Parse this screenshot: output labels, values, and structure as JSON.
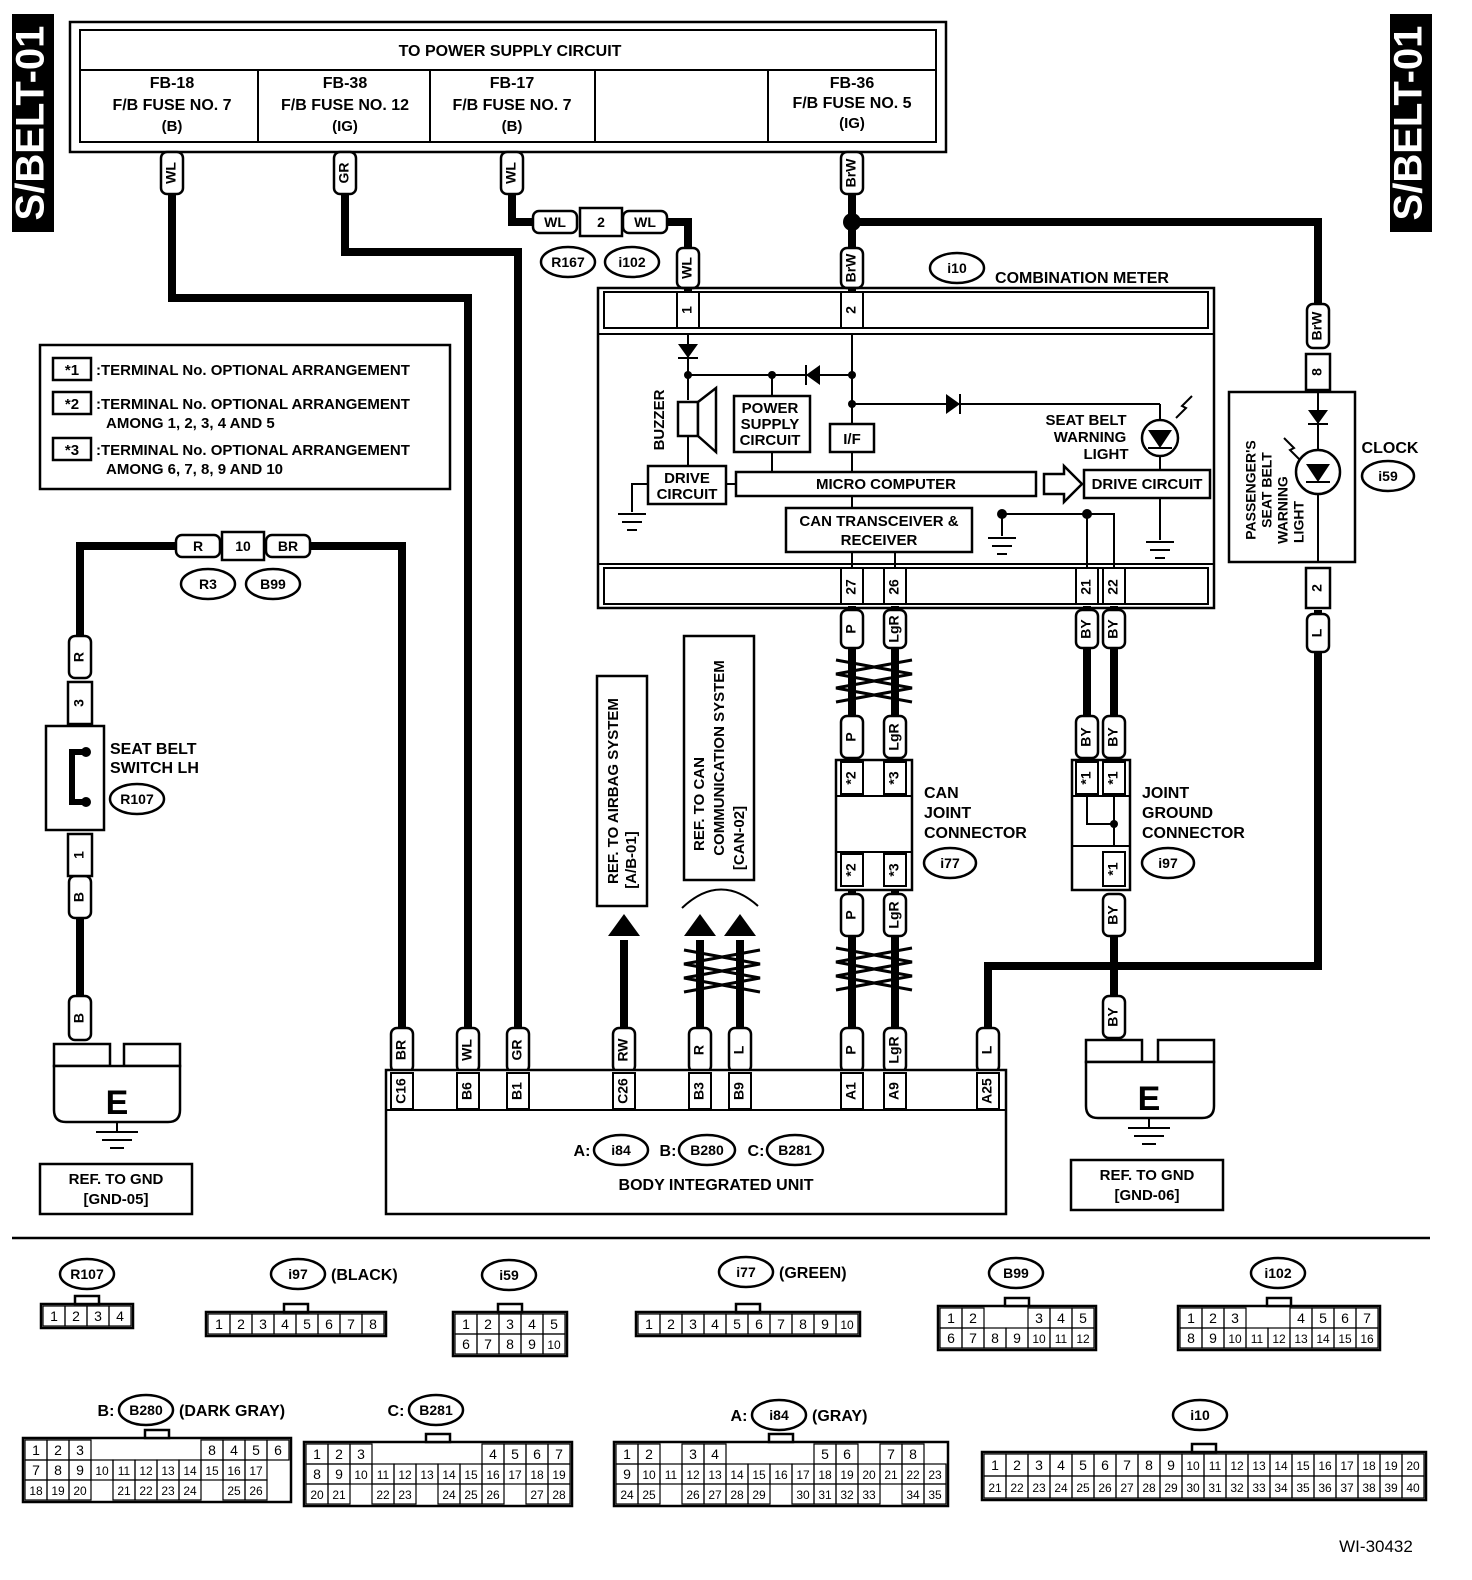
{
  "page_labels": {
    "left": "S/BELT-01",
    "right": "S/BELT-01",
    "figure_id": "WI-30432"
  },
  "power_supply": {
    "title": "TO POWER SUPPLY CIRCUIT",
    "fuses": [
      {
        "id": "FB-18",
        "name": "F/B FUSE NO. 7",
        "type": "(B)"
      },
      {
        "id": "FB-38",
        "name": "F/B FUSE NO. 12",
        "type": "(IG)"
      },
      {
        "id": "FB-17",
        "name": "F/B FUSE NO. 7",
        "type": "(B)"
      },
      {
        "id": "FB-36",
        "name": "F/B FUSE NO. 5",
        "type": "(IG)"
      }
    ]
  },
  "wire_colors": {
    "wl": "WL",
    "gr": "GR",
    "brw": "BrW",
    "r": "R",
    "br": "BR",
    "b": "B",
    "p": "P",
    "lgr": "LgR",
    "by": "BY",
    "l": "L",
    "rw": "RW"
  },
  "connectors": {
    "r167": "R167",
    "i102": "i102",
    "i10": "i10",
    "i59": "i59",
    "r3": "R3",
    "b99": "B99",
    "r107": "R107",
    "i77": "i77",
    "i97": "i97",
    "i84": "i84",
    "b280": "B280",
    "b281": "B281"
  },
  "pins": {
    "p1": "1",
    "p2": "2",
    "p3": "3",
    "p8": "8",
    "p10": "10",
    "p21": "21",
    "p22": "22",
    "p26": "26",
    "p27": "27",
    "c16": "C16",
    "b6": "B6",
    "b1": "B1",
    "c26": "C26",
    "b3": "B3",
    "b9": "B9",
    "a1": "A1",
    "a9": "A9",
    "a25": "A25"
  },
  "notes": {
    "n1_key": "*1",
    "n1": ":TERMINAL No. OPTIONAL ARRANGEMENT",
    "n2_key": "*2",
    "n2a": ":TERMINAL No. OPTIONAL ARRANGEMENT",
    "n2b": "AMONG 1, 2, 3, 4 AND 5",
    "n3_key": "*3",
    "n3a": ":TERMINAL No. OPTIONAL ARRANGEMENT",
    "n3b": "AMONG 6, 7, 8, 9 AND 10"
  },
  "stars": {
    "s1": "*1",
    "s2": "*2",
    "s3": "*3"
  },
  "labels": {
    "combination_meter": "COMBINATION METER",
    "buzzer": "BUZZER",
    "power_supply_circuit": [
      "POWER",
      "SUPPLY",
      "CIRCUIT"
    ],
    "if": "I/F",
    "seat_belt_warning_light": [
      "SEAT BELT",
      "WARNING",
      "LIGHT"
    ],
    "drive_circuit_left": [
      "DRIVE",
      "CIRCUIT"
    ],
    "micro_computer": "MICRO COMPUTER",
    "drive_circuit_right": "DRIVE CIRCUIT",
    "can_transceiver": [
      "CAN TRANSCEIVER &",
      "RECEIVER"
    ],
    "clock": "CLOCK",
    "passenger_light": [
      "PASSENGER'S",
      "SEAT BELT",
      "WARNING",
      "LIGHT"
    ],
    "seat_belt_switch": [
      "SEAT BELT",
      "SWITCH LH"
    ],
    "ref_airbag": [
      "REF. TO AIRBAG SYSTEM",
      "[A/B-01]"
    ],
    "ref_can": [
      "REF. TO CAN",
      "COMMUNICATION SYSTEM",
      "[CAN-02]"
    ],
    "can_joint": [
      "CAN",
      "JOINT",
      "CONNECTOR"
    ],
    "joint_ground": [
      "JOINT",
      "GROUND",
      "CONNECTOR"
    ],
    "ground_symbol": "E",
    "ref_gnd_05": [
      "REF. TO GND",
      "[GND-05]"
    ],
    "ref_gnd_06": [
      "REF. TO GND",
      "[GND-06]"
    ],
    "body_integrated_unit": "BODY INTEGRATED UNIT",
    "biu_a": "A:",
    "biu_b": "B:",
    "biu_c": "C:"
  },
  "connector_views": {
    "r107": {
      "id": "R107",
      "color": "",
      "rows": [
        [
          "1",
          "2",
          "3",
          "4"
        ]
      ]
    },
    "i97": {
      "id": "i97",
      "color": "(BLACK)",
      "rows": [
        [
          "1",
          "2",
          "3",
          "4",
          "5",
          "6",
          "7",
          "8"
        ]
      ]
    },
    "i59": {
      "id": "i59",
      "color": "",
      "rows": [
        [
          "1",
          "2",
          "3",
          "4",
          "5"
        ],
        [
          "6",
          "7",
          "8",
          "9",
          "10"
        ]
      ]
    },
    "i77": {
      "id": "i77",
      "color": "(GREEN)",
      "rows": [
        [
          "1",
          "2",
          "3",
          "4",
          "5",
          "6",
          "7",
          "8",
          "9",
          "10"
        ]
      ]
    },
    "b99": {
      "id": "B99",
      "color": "",
      "rows": [
        [
          "1",
          "2",
          "",
          "",
          "3",
          "4",
          "5"
        ],
        [
          "6",
          "7",
          "8",
          "9",
          "10",
          "11",
          "12"
        ]
      ]
    },
    "i102": {
      "id": "i102",
      "color": "",
      "rows": [
        [
          "1",
          "2",
          "3",
          "",
          "",
          "4",
          "5",
          "6",
          "7"
        ],
        [
          "8",
          "9",
          "10",
          "11",
          "12",
          "13",
          "14",
          "15",
          "16"
        ]
      ]
    },
    "b280": {
      "prefix": "B:",
      "id": "B280",
      "color": "(DARK GRAY)",
      "rows": [
        [
          "1",
          "2",
          "3",
          "",
          "",
          "",
          "",
          "",
          "8",
          "4",
          "5",
          "6"
        ],
        [
          "7",
          "8",
          "9",
          "10",
          "11",
          "12",
          "13",
          "14",
          "15",
          "16",
          "17"
        ],
        [
          "18",
          "19",
          "20",
          "",
          "21",
          "22",
          "23",
          "24",
          "",
          "25",
          "26"
        ]
      ]
    },
    "b281": {
      "prefix": "C:",
      "id": "B281",
      "color": "",
      "rows": [
        [
          "1",
          "2",
          "3",
          "",
          "",
          "",
          "",
          "",
          "4",
          "5",
          "6",
          "7"
        ],
        [
          "8",
          "9",
          "10",
          "11",
          "12",
          "13",
          "14",
          "15",
          "16",
          "17",
          "18",
          "19"
        ],
        [
          "20",
          "21",
          "",
          "22",
          "23",
          "",
          "24",
          "25",
          "26",
          "",
          "27",
          "28"
        ]
      ]
    },
    "i84": {
      "prefix": "A:",
      "id": "i84",
      "color": "(GRAY)",
      "rows": [
        [
          "1",
          "2",
          "",
          "3",
          "4",
          "",
          "",
          "",
          "",
          "5",
          "6",
          "",
          "7",
          "8"
        ],
        [
          "9",
          "10",
          "11",
          "12",
          "13",
          "14",
          "15",
          "16",
          "17",
          "18",
          "19",
          "20",
          "21",
          "22",
          "23"
        ],
        [
          "24",
          "25",
          "",
          "26",
          "27",
          "28",
          "29",
          "",
          "30",
          "31",
          "32",
          "33",
          "",
          "34",
          "35"
        ]
      ]
    },
    "i10": {
      "id": "i10",
      "color": "",
      "rows": [
        [
          "1",
          "2",
          "3",
          "4",
          "5",
          "6",
          "7",
          "8",
          "9",
          "10",
          "11",
          "12",
          "13",
          "14",
          "15",
          "16",
          "17",
          "18",
          "19",
          "20"
        ],
        [
          "21",
          "22",
          "23",
          "24",
          "25",
          "26",
          "27",
          "28",
          "29",
          "30",
          "31",
          "32",
          "33",
          "34",
          "35",
          "36",
          "37",
          "38",
          "39",
          "40"
        ]
      ]
    }
  }
}
